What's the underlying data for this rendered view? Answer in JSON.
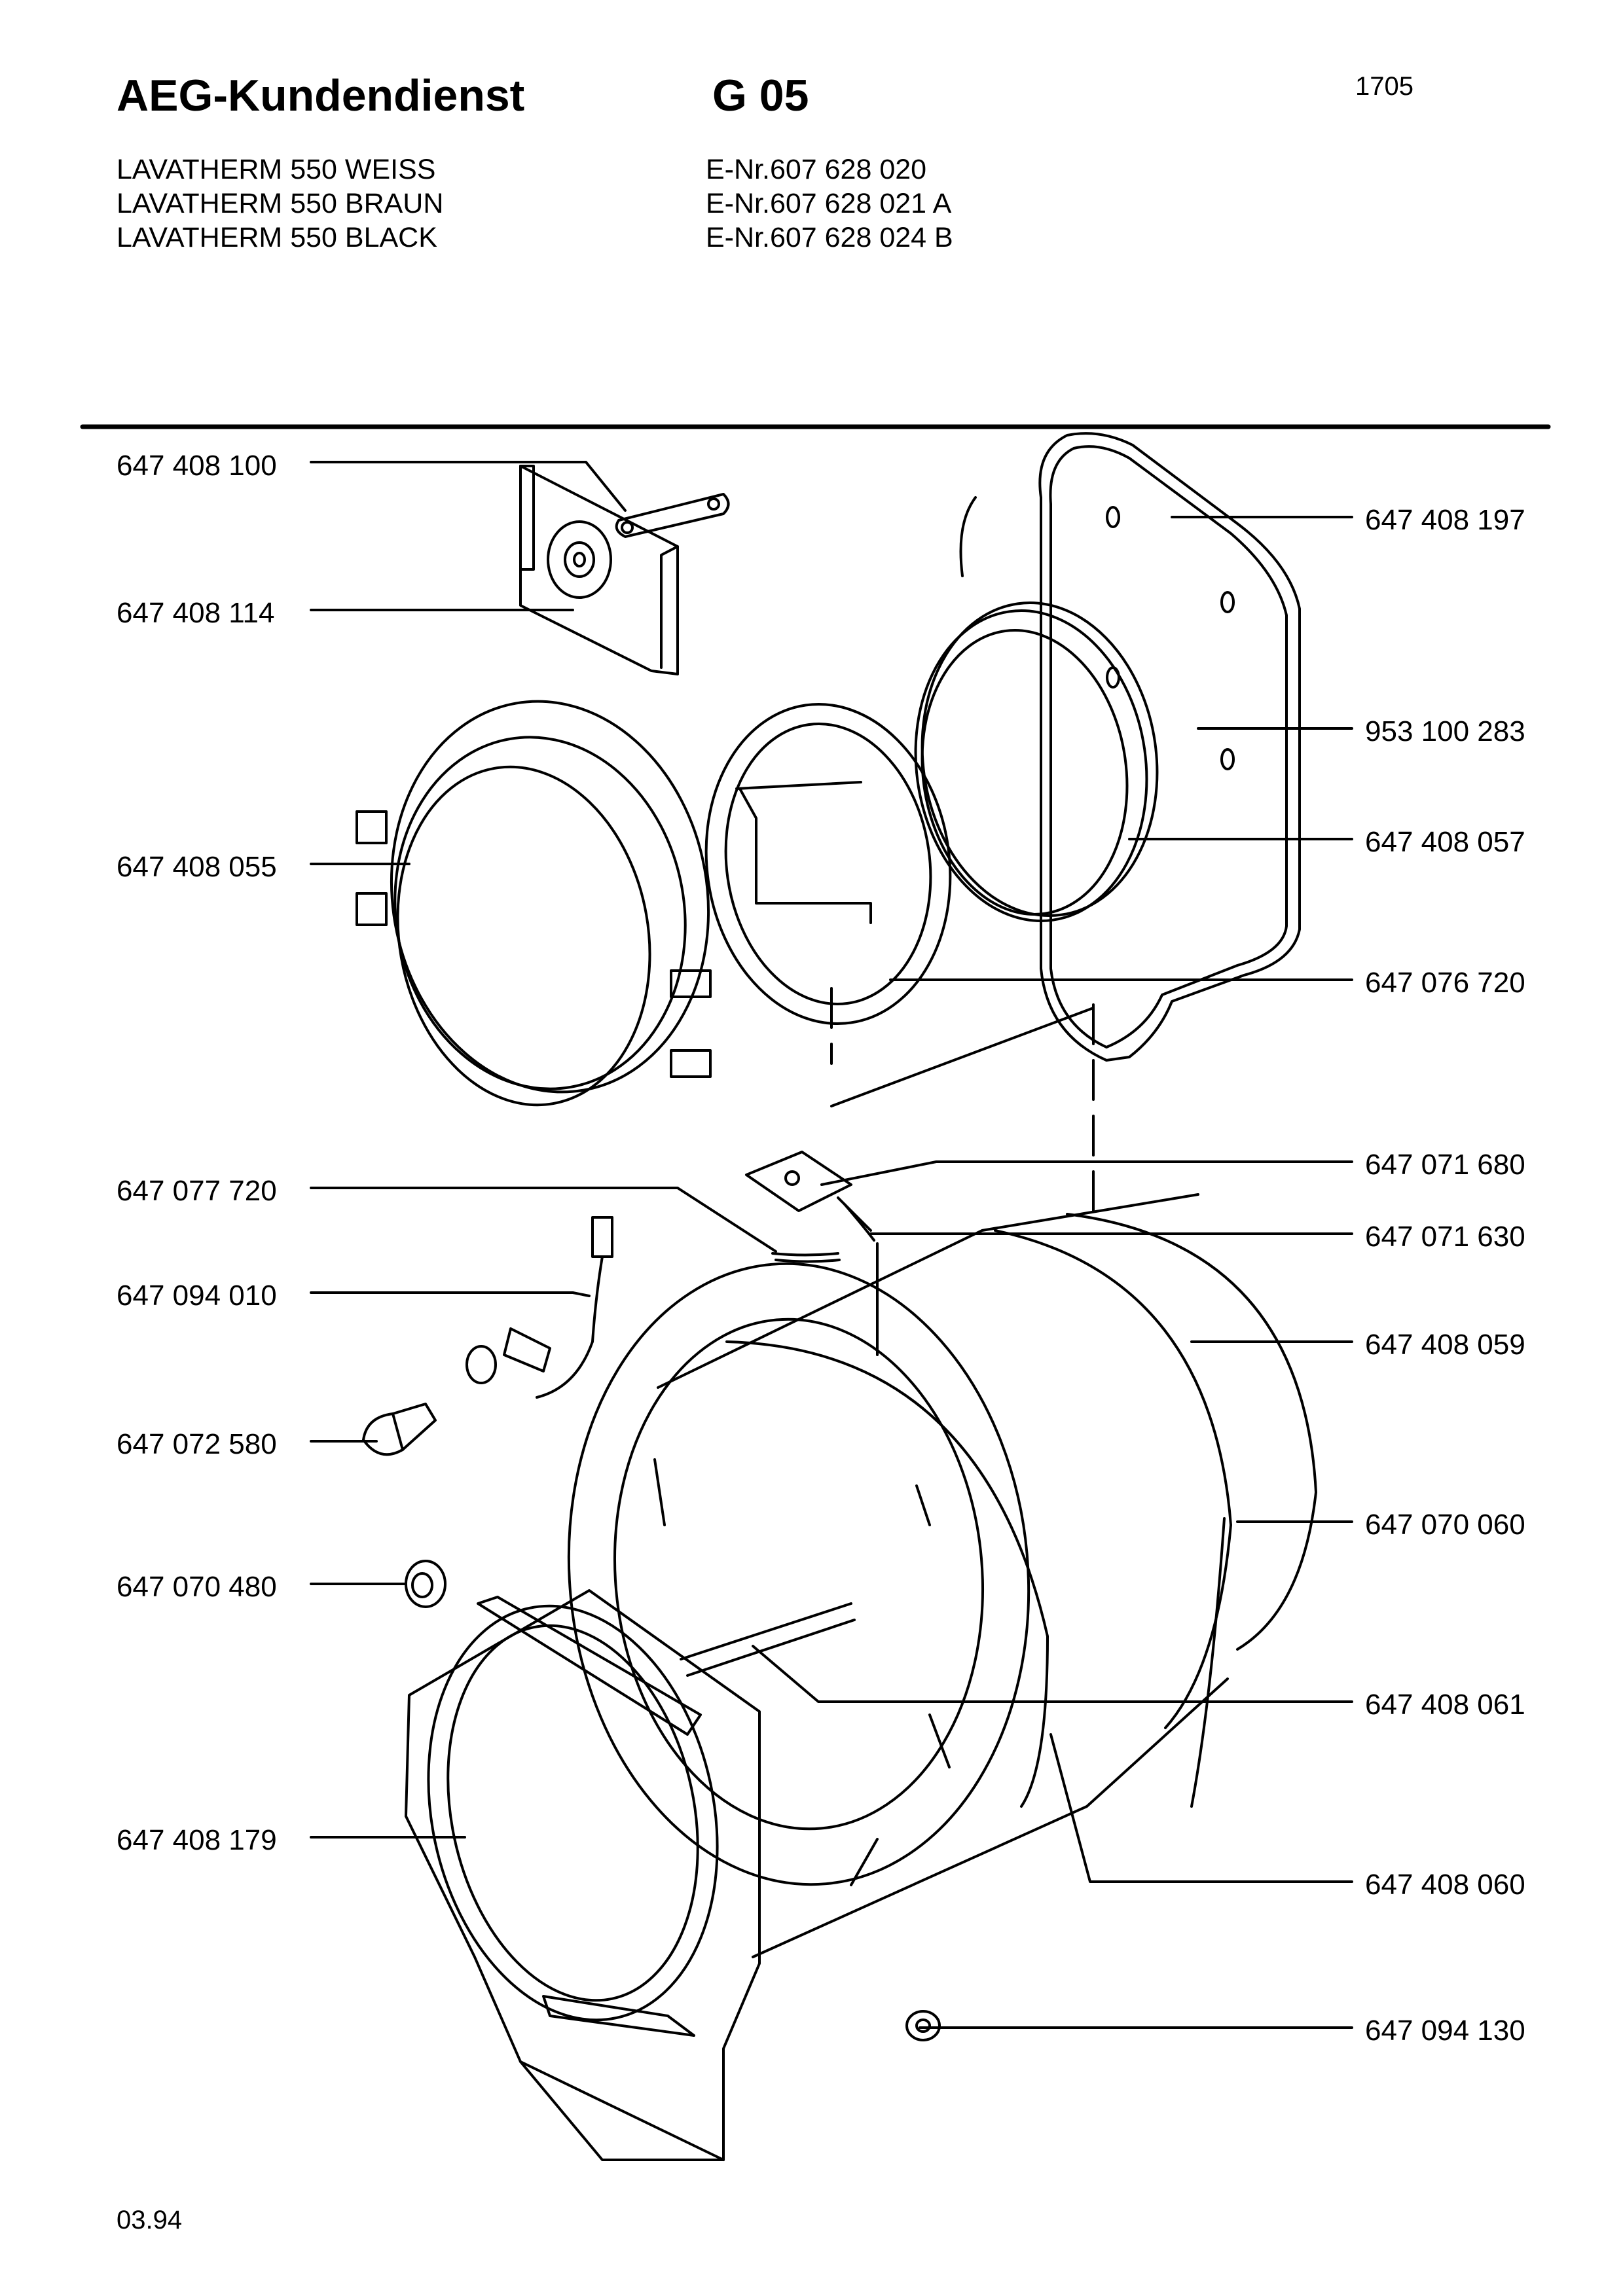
{
  "header": {
    "brand": "AEG-Kundendienst",
    "group": "G 05",
    "page_number": "1705",
    "models": [
      {
        "name": "LAVATHERM 550 WEISS",
        "enr": "E-Nr.607 628 020"
      },
      {
        "name": "LAVATHERM 550 BRAUN",
        "enr": "E-Nr.607 628 021 A"
      },
      {
        "name": "LAVATHERM 550 BLACK",
        "enr": "E-Nr.607 628 024 B"
      }
    ]
  },
  "parts_left": [
    "647 408 100",
    "647 408 114",
    "647 408 055",
    "647 077 720",
    "647 094 010",
    "647 072 580",
    "647 070 480",
    "647 408 179"
  ],
  "parts_right": [
    "647 408 197",
    "953 100 283",
    "647 408 057",
    "647 076 720",
    "647 071 680",
    "647 071 630",
    "647 408 059",
    "647 070 060",
    "647 408 061",
    "647 408 060",
    "647 094 130"
  ],
  "footer": {
    "date": "03.94"
  }
}
